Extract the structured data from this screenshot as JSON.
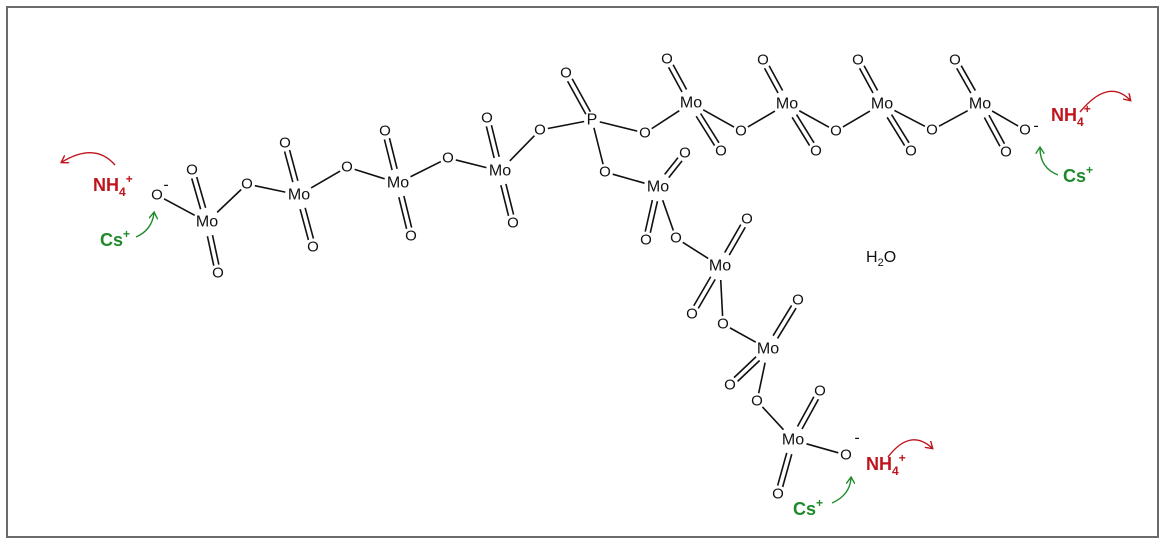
{
  "labels": {
    "mo": "Mo",
    "p": "P",
    "o": "O",
    "charge": "-",
    "water": "H",
    "water_sub": "2",
    "water_end": "O"
  },
  "ions": {
    "ammonium": {
      "base": "NH",
      "sub": "4",
      "sup": "+"
    },
    "cesium": {
      "base": "Cs",
      "sup": "+"
    }
  },
  "colors": {
    "ammonium": "#c0141c",
    "cesium": "#1f8a2c",
    "bond": "#111111",
    "frame": "#6b6b6b"
  }
}
